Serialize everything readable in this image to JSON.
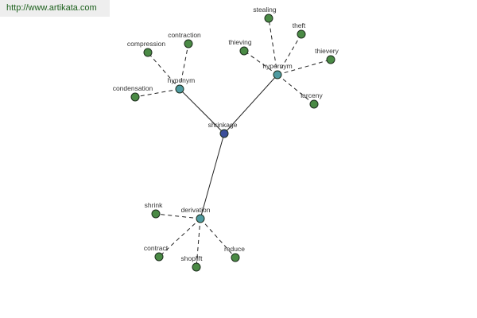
{
  "header": {
    "site_url": "http://www.artikata.com"
  },
  "graph": {
    "colors": {
      "root": "#3b4f9a",
      "relation": "#4e9aa0",
      "leaf": "#4a8a45",
      "node_stroke": "#1e2e1e",
      "edge": "#222222"
    },
    "root": {
      "id": "shrinkage",
      "label": "shrinkage"
    },
    "relations": [
      {
        "id": "hyponym",
        "label": "hyponym",
        "leaves": [
          "compression",
          "contraction",
          "condensation"
        ]
      },
      {
        "id": "hypernym",
        "label": "hypernym",
        "leaves": [
          "stealing",
          "theft",
          "thieving",
          "thievery",
          "larceny"
        ]
      },
      {
        "id": "derivation",
        "label": "derivation",
        "leaves": [
          "shrink",
          "contract",
          "shoplift",
          "reduce"
        ]
      }
    ]
  }
}
